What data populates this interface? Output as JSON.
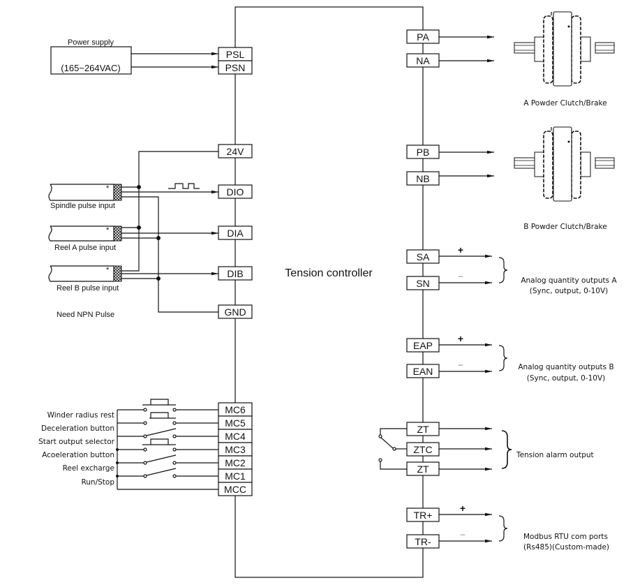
{
  "controller": {
    "title": "Tension controller",
    "left_terminals": [
      "PSL",
      "PSN",
      "24V",
      "DIO",
      "DIA",
      "DIB",
      "GND",
      "MC6",
      "MC5",
      "MC4",
      "MC3",
      "MC2",
      "MC1",
      "MCC"
    ],
    "right_terminals": [
      "PA",
      "NA",
      "PB",
      "NB",
      "SA",
      "SN",
      "EAP",
      "EAN",
      "ZT",
      "ZTC",
      "ZT",
      "TR+",
      "TR-"
    ]
  },
  "power_supply": {
    "title": "Power supply",
    "voltage": "(165~264VAC)"
  },
  "pulse_inputs": {
    "spindle": "Spindle pulse input",
    "reel_a": "Reel A pulse input",
    "reel_b": "Reel B pulse input",
    "note": "Need NPN Pulse",
    "star": "*"
  },
  "switch_inputs": [
    "Winder radius rest",
    "Deceleration button",
    "Start output selector",
    "Acoeleration button",
    "Reel excharge",
    "Run/Stop"
  ],
  "outputs": {
    "clutch_a": "A Powder Clutch/Brake",
    "clutch_b": "B Powder Clutch/Brake",
    "analog_a": [
      "Analog quantity outputs A",
      "(Sync, output, 0-10V)"
    ],
    "analog_b": [
      "Analog quantity outputs B",
      "(Sync, output, 0-10V)"
    ],
    "alarm": "Tension alarm output",
    "modbus": [
      "Modbus RTU com ports",
      "(Rs485)(Custom-made)"
    ],
    "plus": "+",
    "minus": "–"
  }
}
